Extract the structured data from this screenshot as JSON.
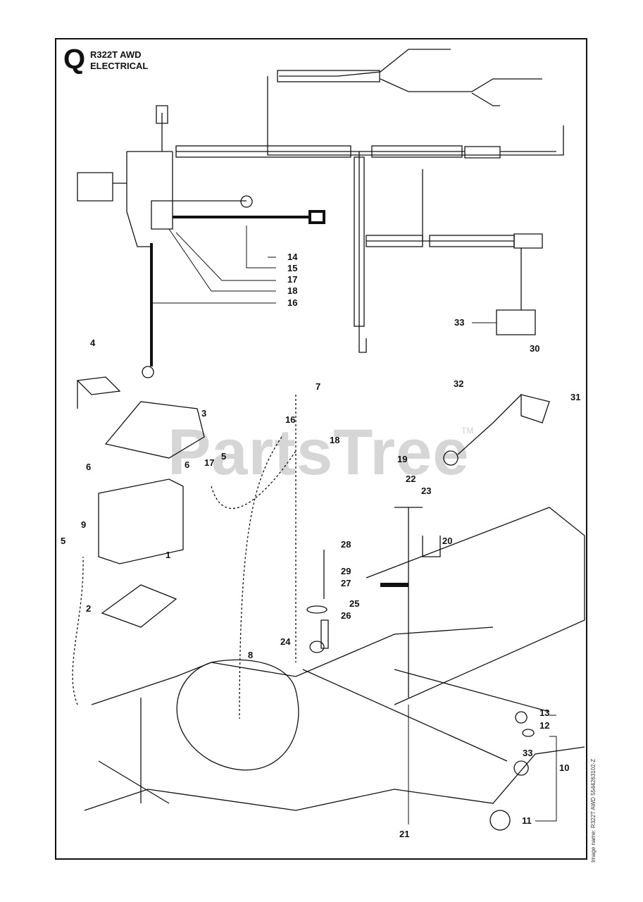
{
  "header": {
    "section_letter": "Q",
    "title_line1": "R322T AWD",
    "title_line2": "ELECTRICAL"
  },
  "watermark": {
    "text": "PartsTree",
    "trademark": "TM"
  },
  "side_caption": "Image name: R322T AWD 5544263102-Z",
  "callouts": [
    "14",
    "15",
    "17",
    "18",
    "16",
    "33",
    "4",
    "7",
    "3",
    "30",
    "32",
    "31",
    "16",
    "18",
    "6",
    "6",
    "17",
    "5",
    "19",
    "22",
    "23",
    "9",
    "5",
    "1",
    "20",
    "28",
    "29",
    "27",
    "25",
    "2",
    "26",
    "24",
    "8",
    "13",
    "12",
    "10",
    "33",
    "11",
    "21"
  ],
  "colors": {
    "line": "#111111",
    "watermark": "#d6d6d6"
  }
}
